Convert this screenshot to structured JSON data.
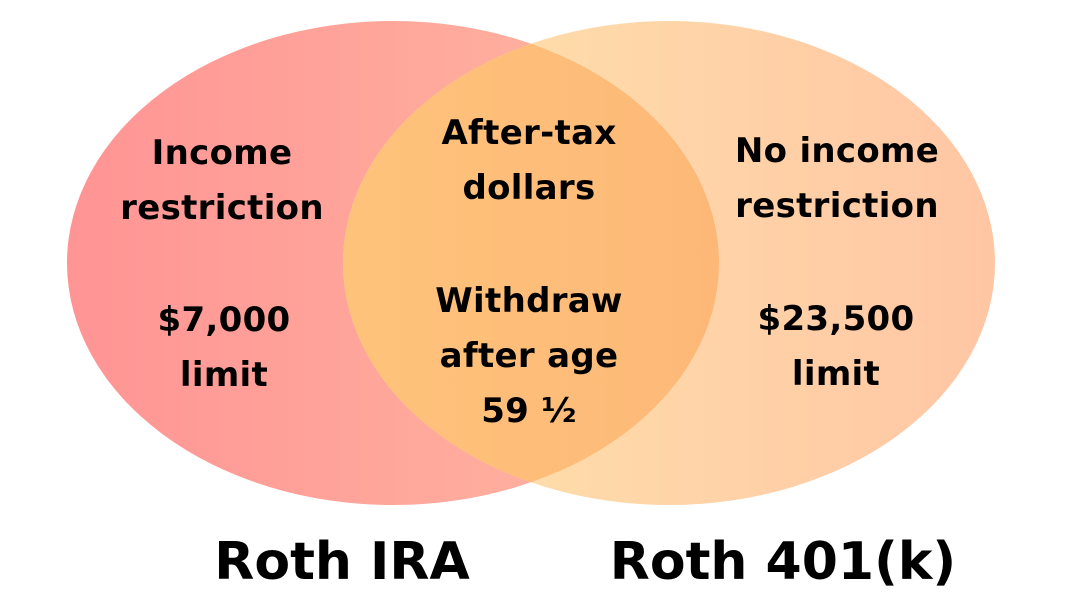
{
  "diagram": {
    "type": "venn",
    "sets": [
      {
        "name": "Roth IRA",
        "items": [
          "Income restriction",
          "$7,000 limit"
        ],
        "color_start": "#ff9494",
        "color_end": "#ffb4a0"
      },
      {
        "name": "Roth 401(k)",
        "items": [
          "No income restriction",
          "$23,500 limit"
        ],
        "color_start": "#ffe0aa",
        "color_end": "#ffc8a4"
      }
    ],
    "intersection": {
      "items": [
        "After-tax dollars",
        "Withdraw after age 59 ½"
      ],
      "color": "#fdbd78"
    }
  },
  "left": {
    "title": "Roth IRA",
    "line1": "Income",
    "line2": "restriction",
    "line3": "$7,000",
    "line4": "limit"
  },
  "right": {
    "title": "Roth 401(k)",
    "line1": "No income",
    "line2": "restriction",
    "line3": "$23,500",
    "line4": "limit"
  },
  "center": {
    "line1": "After-tax",
    "line2": "dollars",
    "line3": "Withdraw",
    "line4": "after age",
    "line5": "59 ½"
  }
}
